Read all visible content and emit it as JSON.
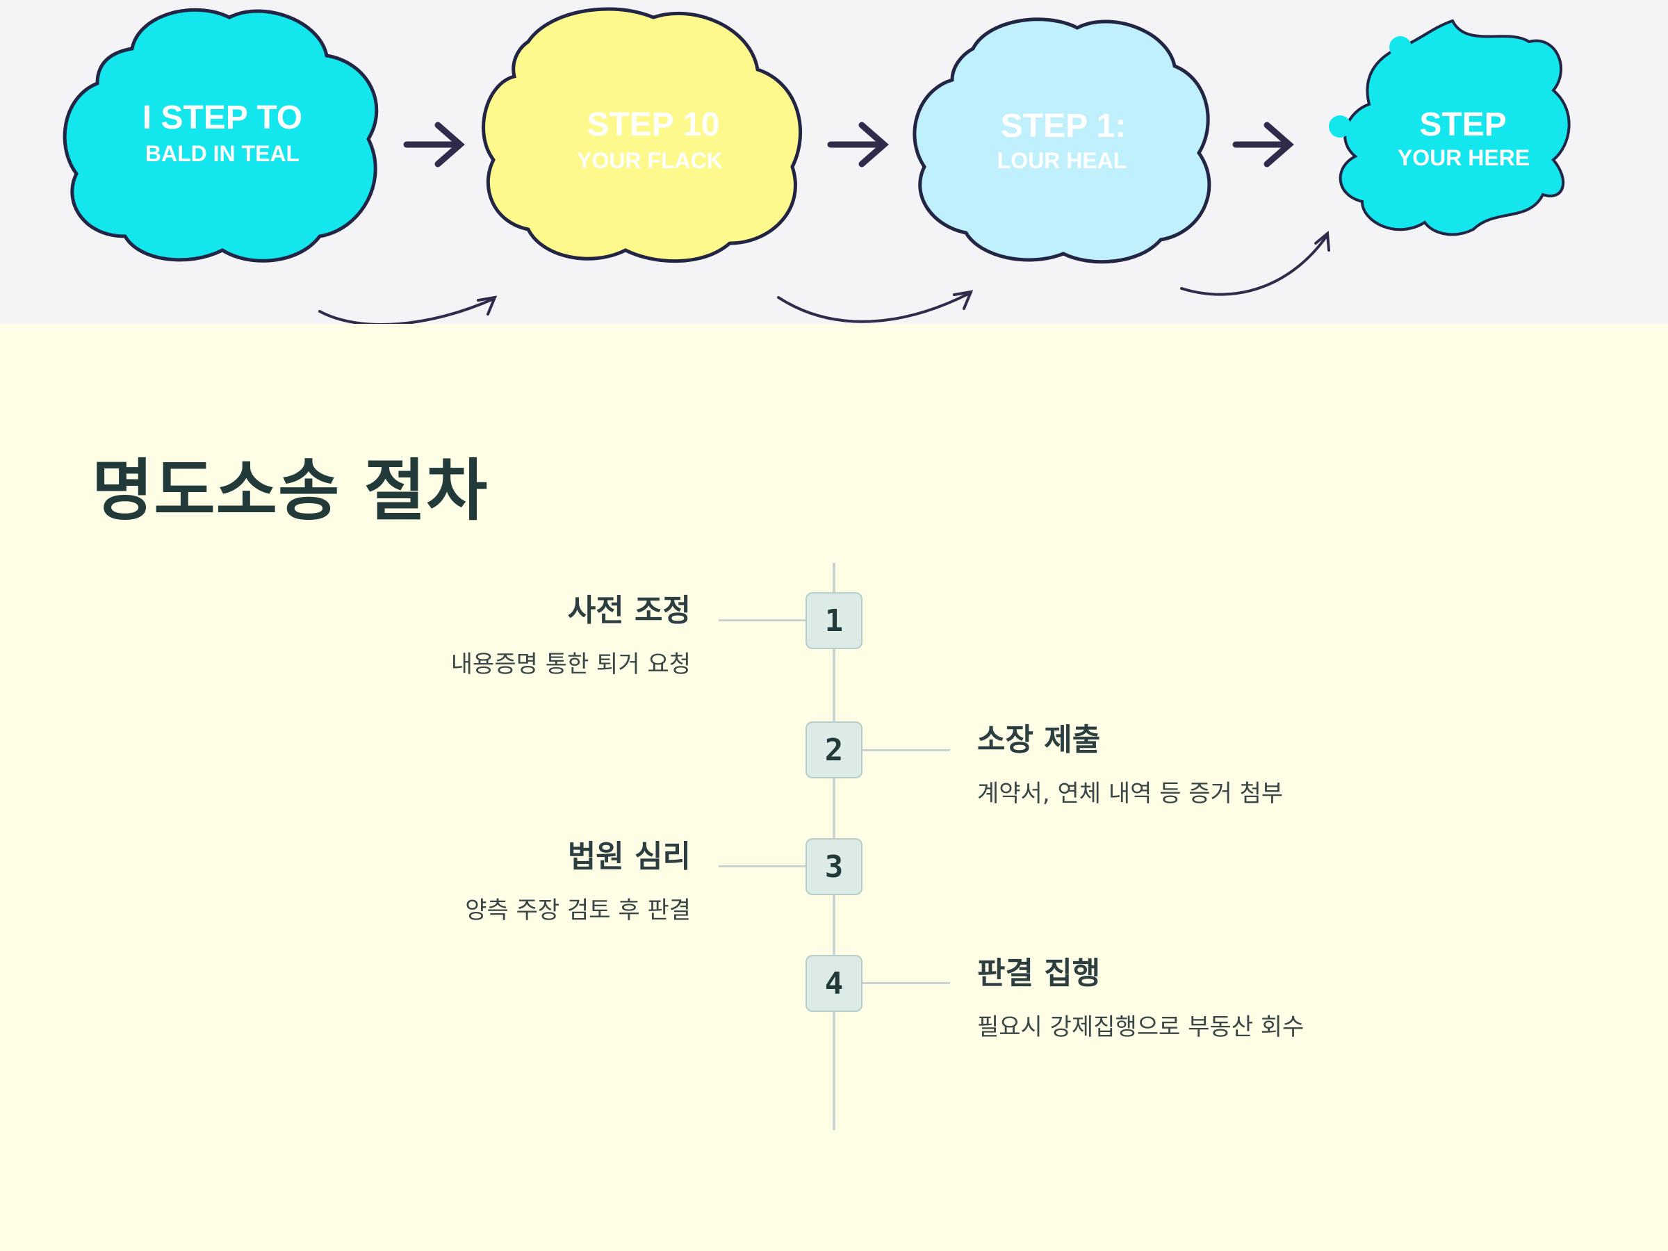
{
  "banner": {
    "clouds": [
      {
        "line1": "I STEP TO",
        "line2": "BALD IN TEAL"
      },
      {
        "line1": "STEP 10",
        "line2": "YOUR FLACK"
      },
      {
        "line1": "STEP 1:",
        "line2": "LOUR HEAL"
      },
      {
        "line1": "STEP",
        "line2": "YOUR HERE"
      }
    ]
  },
  "page": {
    "title": "명도소송 절차"
  },
  "steps": [
    {
      "number": "1",
      "title": "사전 조정",
      "description": "내용증명 통한 퇴거 요청"
    },
    {
      "number": "2",
      "title": "소장 제출",
      "description": "계약서, 연체 내역 등 증거 첨부"
    },
    {
      "number": "3",
      "title": "법원 심리",
      "description": "양측 주장 검토 후 판결"
    },
    {
      "number": "4",
      "title": "판결 집행",
      "description": "필요시 강제집행으로 부동산 회수"
    }
  ],
  "colors": {
    "background": "#fefde6",
    "title": "#223b3a",
    "badge": "#dcebe6",
    "line": "#c8d2cf",
    "cloud_teal": "#14e6ee",
    "cloud_yellow": "#fdf98c",
    "cloud_lightblue": "#bff0fb"
  }
}
